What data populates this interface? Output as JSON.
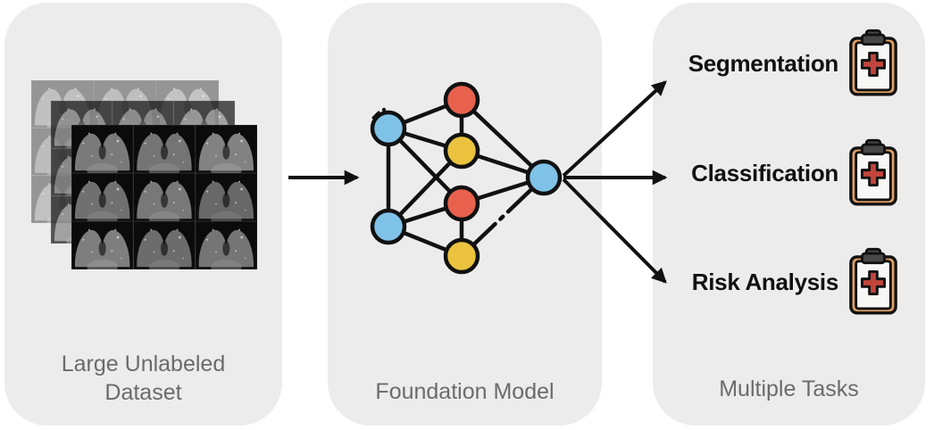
{
  "figure": {
    "panels": {
      "dataset": {
        "label": "Large Unlabeled Dataset",
        "label_lines": [
          "Large Unlabeled",
          "Dataset"
        ]
      },
      "model": {
        "label": "Foundation Model"
      },
      "tasks": {
        "label": "Multiple Tasks",
        "items": [
          {
            "label": "Segmentation"
          },
          {
            "label": "Classification"
          },
          {
            "label": "Risk Analysis"
          }
        ]
      }
    },
    "colors": {
      "panel_bg": "#ECECEC",
      "label_gray": "#6B6B6B",
      "task_text": "#111111",
      "outline": "#111111",
      "arrow": "#111111",
      "node_blue": "#7FC2E8",
      "node_red": "#E8614C",
      "node_yellow": "#EAC23E",
      "clipboard_board": "#E0A066",
      "clipboard_paper": "#F7F7F6",
      "clipboard_clip": "#474747",
      "clipboard_cross": "#C0453C"
    }
  }
}
